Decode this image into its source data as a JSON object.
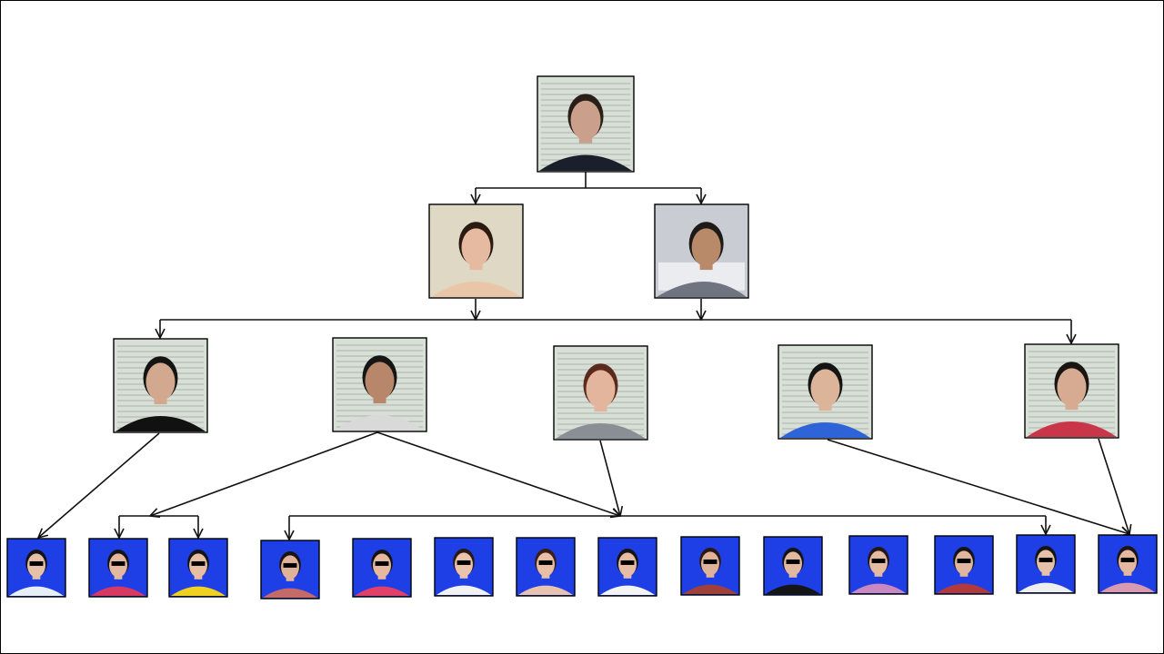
{
  "diagram": {
    "type": "hierarchy",
    "colors": {
      "edge": "#111111",
      "mugshot_bg": "#d8dfd6",
      "mugshot_line": "#6b756b",
      "victim_bg": "#1f3fe6",
      "censor_bar": "#000000"
    },
    "nodes": [
      {
        "id": "top-leader",
        "tier": 0,
        "icon": "mugshot-woman-dark-top",
        "shirt": "#1b1f2b",
        "hair": "#2a1e18",
        "skin": "#caa08c",
        "style": "mugshot"
      },
      {
        "id": "lieutenant-1",
        "tier": 1,
        "icon": "portrait-woman",
        "shirt": "#e9c6a7",
        "hair": "#2b1a12",
        "skin": "#e6b9a1",
        "style": "photo"
      },
      {
        "id": "lieutenant-2",
        "tier": 1,
        "icon": "man-writing-at-desk",
        "shirt": "#6f7480",
        "hair": "#1d1a18",
        "skin": "#b98a6a",
        "style": "scene"
      },
      {
        "id": "recruiter-1",
        "tier": 2,
        "icon": "mugshot-man-black-shirt",
        "shirt": "#111111",
        "hair": "#141414",
        "skin": "#d2a98e",
        "style": "mugshot"
      },
      {
        "id": "recruiter-2",
        "tier": 2,
        "icon": "mugshot-man-striped-shirt",
        "shirt": "#d9d9d9",
        "hair": "#151515",
        "skin": "#b8866a",
        "style": "mugshot"
      },
      {
        "id": "recruiter-3",
        "tier": 2,
        "icon": "mugshot-woman-gray-shirt",
        "shirt": "#8a8f96",
        "hair": "#5b2a1c",
        "skin": "#e2b59c",
        "style": "mugshot"
      },
      {
        "id": "recruiter-4",
        "tier": 2,
        "icon": "mugshot-man-blue-shirt",
        "shirt": "#2f63d8",
        "hair": "#141414",
        "skin": "#dcb49a",
        "style": "mugshot"
      },
      {
        "id": "recruiter-5",
        "tier": 2,
        "icon": "mugshot-woman-striped-shirt",
        "shirt": "#c9364a",
        "hair": "#1a1512",
        "skin": "#d7ab92",
        "style": "mugshot"
      },
      {
        "id": "victim-1",
        "tier": 3,
        "icon": "victim-photo-censored",
        "shirt": "#e8eef5",
        "hair": "#141414",
        "skin": "#e6c0a8",
        "style": "victim"
      },
      {
        "id": "victim-2",
        "tier": 3,
        "icon": "victim-photo-censored",
        "shirt": "#d63a63",
        "hair": "#141414",
        "skin": "#e4b8a0",
        "style": "victim"
      },
      {
        "id": "victim-3",
        "tier": 3,
        "icon": "victim-photo-censored",
        "shirt": "#f0d020",
        "hair": "#141414",
        "skin": "#e7bda3",
        "style": "victim"
      },
      {
        "id": "victim-4",
        "tier": 3,
        "icon": "victim-photo-censored",
        "shirt": "#c46a6a",
        "hair": "#1a1410",
        "skin": "#e0b29a",
        "style": "victim"
      },
      {
        "id": "victim-5",
        "tier": 3,
        "icon": "victim-photo-censored",
        "shirt": "#e0416a",
        "hair": "#141414",
        "skin": "#e5b9a0",
        "style": "victim"
      },
      {
        "id": "victim-6",
        "tier": 3,
        "icon": "victim-photo-censored",
        "shirt": "#f2f2f2",
        "hair": "#2a1a14",
        "skin": "#e9c3ab",
        "style": "victim"
      },
      {
        "id": "victim-7",
        "tier": 3,
        "icon": "victim-photo-censored",
        "shirt": "#e8c3b0",
        "hair": "#3a1e14",
        "skin": "#e8bea6",
        "style": "victim"
      },
      {
        "id": "victim-8",
        "tier": 3,
        "icon": "victim-photo-censored",
        "shirt": "#f4f4f4",
        "hair": "#141414",
        "skin": "#e6bca4",
        "style": "victim"
      },
      {
        "id": "victim-9",
        "tier": 3,
        "icon": "victim-photo-censored",
        "shirt": "#a0403a",
        "hair": "#2a1812",
        "skin": "#dfb39a",
        "style": "victim"
      },
      {
        "id": "victim-10",
        "tier": 3,
        "icon": "victim-photo-censored",
        "shirt": "#151515",
        "hair": "#141414",
        "skin": "#e2b9a0",
        "style": "victim"
      },
      {
        "id": "victim-11",
        "tier": 3,
        "icon": "victim-photo-censored",
        "shirt": "#c989c0",
        "hair": "#241612",
        "skin": "#e4bba2",
        "style": "victim"
      },
      {
        "id": "victim-12",
        "tier": 3,
        "icon": "victim-photo-censored",
        "shirt": "#b23a3a",
        "hair": "#141414",
        "skin": "#e0b79e",
        "style": "victim"
      },
      {
        "id": "victim-13",
        "tier": 3,
        "icon": "victim-photo-censored",
        "shirt": "#eeeeee",
        "hair": "#141414",
        "skin": "#e7c0a8",
        "style": "victim"
      },
      {
        "id": "victim-14",
        "tier": 3,
        "icon": "victim-photo-censored",
        "shirt": "#d79ab0",
        "hair": "#1c1410",
        "skin": "#e2b8a0",
        "style": "victim"
      }
    ],
    "edges": [
      {
        "from": "top-leader",
        "to": "lieutenant-1"
      },
      {
        "from": "top-leader",
        "to": "lieutenant-2"
      },
      {
        "from": "lieutenant-1",
        "to": "recruiter-1"
      },
      {
        "from": "lieutenant-1",
        "to": "recruiter-2"
      },
      {
        "from": "lieutenant-1",
        "to": "recruiter-3"
      },
      {
        "from": "lieutenant-2",
        "to": "recruiter-4"
      },
      {
        "from": "lieutenant-2",
        "to": "recruiter-5"
      },
      {
        "from": "recruiter-1",
        "to": "victim-1"
      },
      {
        "from": "recruiter-2",
        "to": "victim-2"
      },
      {
        "from": "recruiter-2",
        "to": "victim-3"
      },
      {
        "from": "recruiter-2",
        "to": "victim-4"
      },
      {
        "from": "recruiter-2",
        "to": "victim-13"
      },
      {
        "from": "recruiter-3",
        "to": "victim-4"
      },
      {
        "from": "recruiter-3",
        "to": "victim-13"
      },
      {
        "from": "recruiter-4",
        "to": "victim-14"
      },
      {
        "from": "recruiter-5",
        "to": "victim-14"
      }
    ]
  }
}
